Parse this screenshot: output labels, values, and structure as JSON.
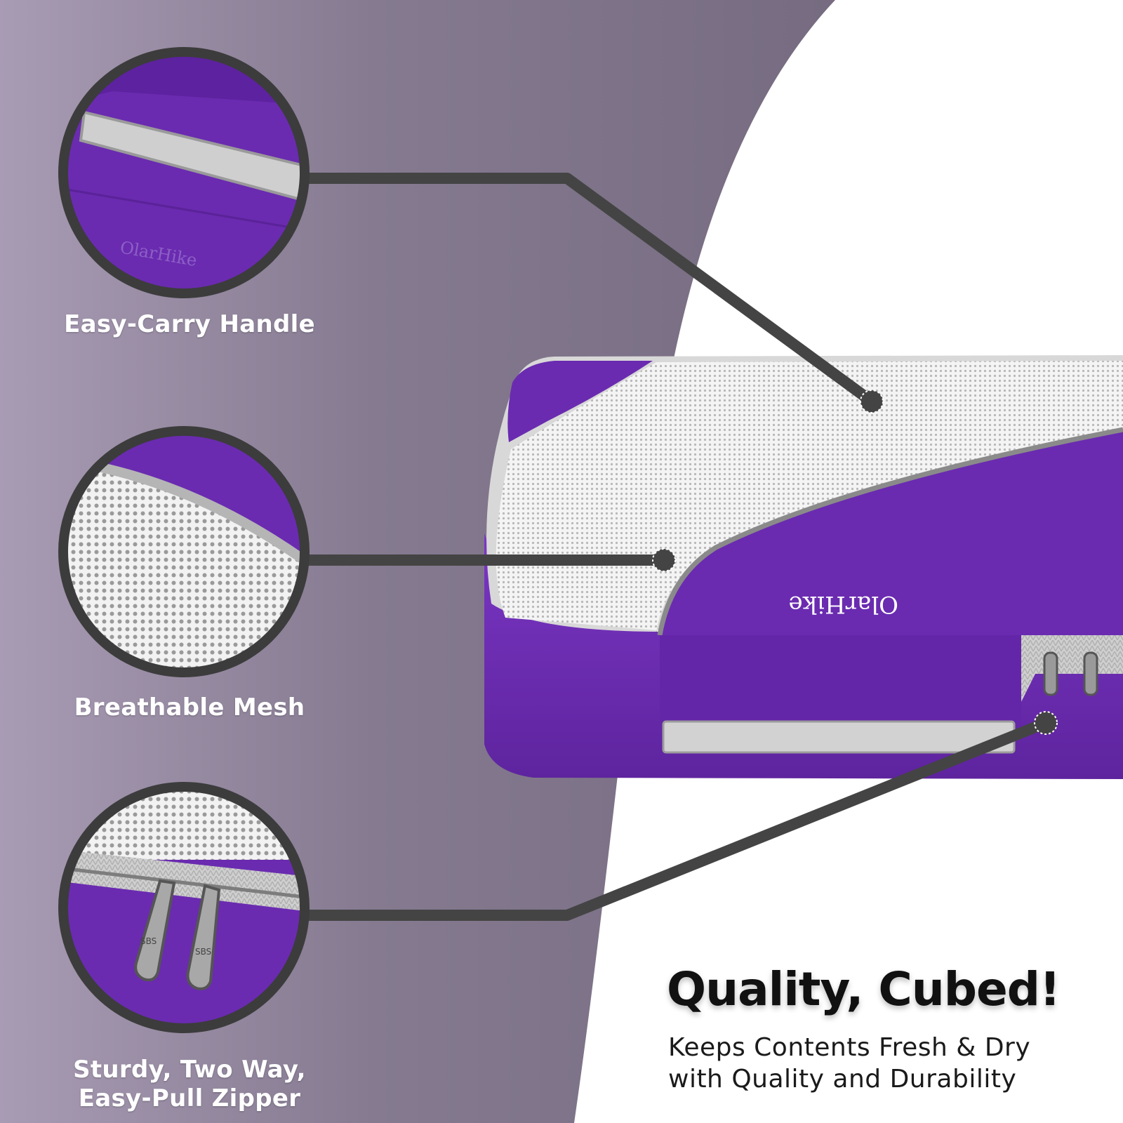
{
  "features": [
    {
      "label": "Easy-Carry Handle"
    },
    {
      "label": "Breathable Mesh"
    },
    {
      "label": "Sturdy, Two Way,\nEasy-Pull Zipper"
    }
  ],
  "feature_lines": {
    "zipper_line1": "Sturdy, Two Way,",
    "zipper_line2": "Easy-Pull Zipper"
  },
  "headline": "Quality, Cubed!",
  "subheadline": {
    "line1": "Keeps Contents Fresh & Dry",
    "line2": "with Quality and Durability"
  },
  "brand_print": "OlarHike",
  "zipper_print": "SBS",
  "colors": {
    "panel_gradient_left": "#a89bb4",
    "panel_gradient_right": "#786d82",
    "callout_line": "#444444",
    "product_purple": "#6a2bb0",
    "mesh_white": "#eeeeee",
    "headline_text": "#111111"
  }
}
